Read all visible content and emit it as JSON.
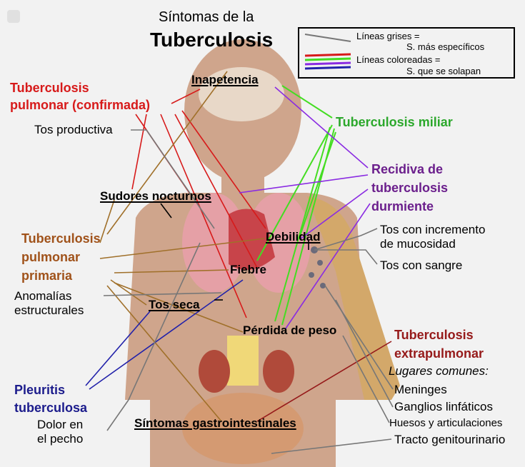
{
  "title": {
    "line1": "Síntomas de la",
    "line2": "Tuberculosis"
  },
  "legend": {
    "grey_line": "Líneas grises =",
    "grey_meaning": "S. más específicos",
    "colored_line": "Líneas coloreadas =",
    "colored_meaning": "S. que se solapan"
  },
  "categories": {
    "pulmonary_confirmed": [
      "Tuberculosis",
      "pulmonar (confirmada)"
    ],
    "miliary": "Tuberculosis miliar",
    "reactivation": [
      "Recidiva de",
      "tuberculosis",
      "durmiente"
    ],
    "primary": [
      "Tuberculosis",
      "pulmonar",
      "primaria"
    ],
    "pleuritis": [
      "Pleuritis",
      "tuberculosa"
    ],
    "extrapulmonary": [
      "Tuberculosis",
      "extrapulmonar"
    ],
    "common_sites": "Lugares comunes:"
  },
  "symptoms": {
    "inapetencia": "Inapetencia",
    "sudores": "Sudores nocturnos",
    "debilidad": "Debilidad",
    "fiebre": "Fiebre",
    "tos_seca": "Tos seca",
    "perdida": "Pérdida de peso",
    "gastro": "Síntomas gastrointestinales"
  },
  "specific": {
    "tos_productiva": "Tos productiva",
    "anomalias": [
      "Anomalías",
      "estructurales"
    ],
    "dolor_pecho": [
      "Dolor en",
      "el pecho"
    ],
    "tos_mucosidad": [
      "Tos con incremento",
      "de mucosidad"
    ],
    "tos_sangre": "Tos con sangre"
  },
  "sites": {
    "meninges": "Meninges",
    "ganglios": "Ganglios linfáticos",
    "huesos": "Huesos y articulaciones",
    "tracto": "Tracto genitourinario"
  },
  "colors": {
    "red": "#d71a1a",
    "green": "#44dd22",
    "purple": "#8a2be2",
    "brown": "#a0702a",
    "navy": "#2222aa",
    "maroon": "#961a1a",
    "grey": "#777777"
  }
}
